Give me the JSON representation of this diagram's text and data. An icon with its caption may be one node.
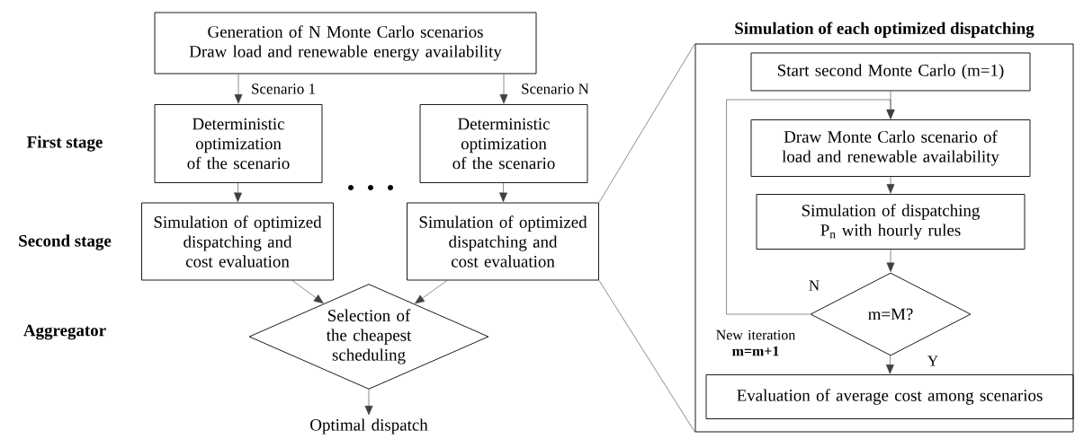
{
  "diagram": {
    "nodes": [
      {
        "text": [
          "Generation of N Monte Carlo scenarios",
          "Draw load and renewable energy availability"
        ]
      },
      {
        "text": [
          "Deterministic optimization of the scenario"
        ]
      },
      {
        "text": [
          "Deterministic optimization of the scenario"
        ]
      },
      {
        "text": [
          "Simulation of optimized dispatching and cost evaluation"
        ]
      },
      {
        "text": [
          "Simulation of optimized dispatching and cost evaluation"
        ]
      },
      {
        "text": [
          "Selection of the cheapest scheduling"
        ]
      },
      {
        "text": [
          "Optimal dispatch"
        ]
      },
      {
        "text": [
          "Simulation of each optimized dispatching"
        ]
      },
      {
        "text": [
          "Start second Monte Carlo  (m=1)"
        ],
        "in": 7
      },
      {
        "text": [
          "Draw Monte Carlo scenario of load and renewable availability"
        ],
        "in": 7
      },
      {
        "text": [
          "Simulation of dispatching P$_{n}$ with hourly rules"
        ],
        "in": 7
      },
      {
        "text": [
          "m=M?"
        ],
        "in": 7
      },
      {
        "text": [
          "Evaluation of average cost among scenarios"
        ],
        "in": 7
      }
    ],
    "edges": [
      {
        "from": 0,
        "to": 1,
        "arrow": "to",
        "label": "Scenario 1"
      },
      {
        "from": 0,
        "to": 2,
        "arrow": "to",
        "label": "Scenario N"
      },
      {
        "from": 1,
        "to": 3,
        "arrow": "to"
      },
      {
        "from": 2,
        "to": 4,
        "arrow": "to"
      },
      {
        "from": 3,
        "to": 5,
        "arrow": "to"
      },
      {
        "from": 4,
        "to": 5,
        "arrow": "to"
      },
      {
        "from": 5,
        "to": 6,
        "arrow": "to"
      },
      {
        "from": 4,
        "to": 7,
        "arrow": "none"
      },
      {
        "from": 4,
        "to": 7,
        "arrow": "none"
      },
      {
        "from": 8,
        "to": 9,
        "arrow": "to"
      },
      {
        "from": 9,
        "to": 10,
        "arrow": "to"
      },
      {
        "from": 10,
        "to": 11,
        "arrow": "to"
      },
      {
        "from": 11,
        "to": 12,
        "arrow": "to",
        "label": "Y"
      },
      {
        "from": 11,
        "to": 9,
        "arrow": "to",
        "label": "N"
      }
    ],
    "labels": [
      "First stage",
      "Second stage",
      "Aggregator",
      "New iteration **m=m+1**"
    ]
  }
}
